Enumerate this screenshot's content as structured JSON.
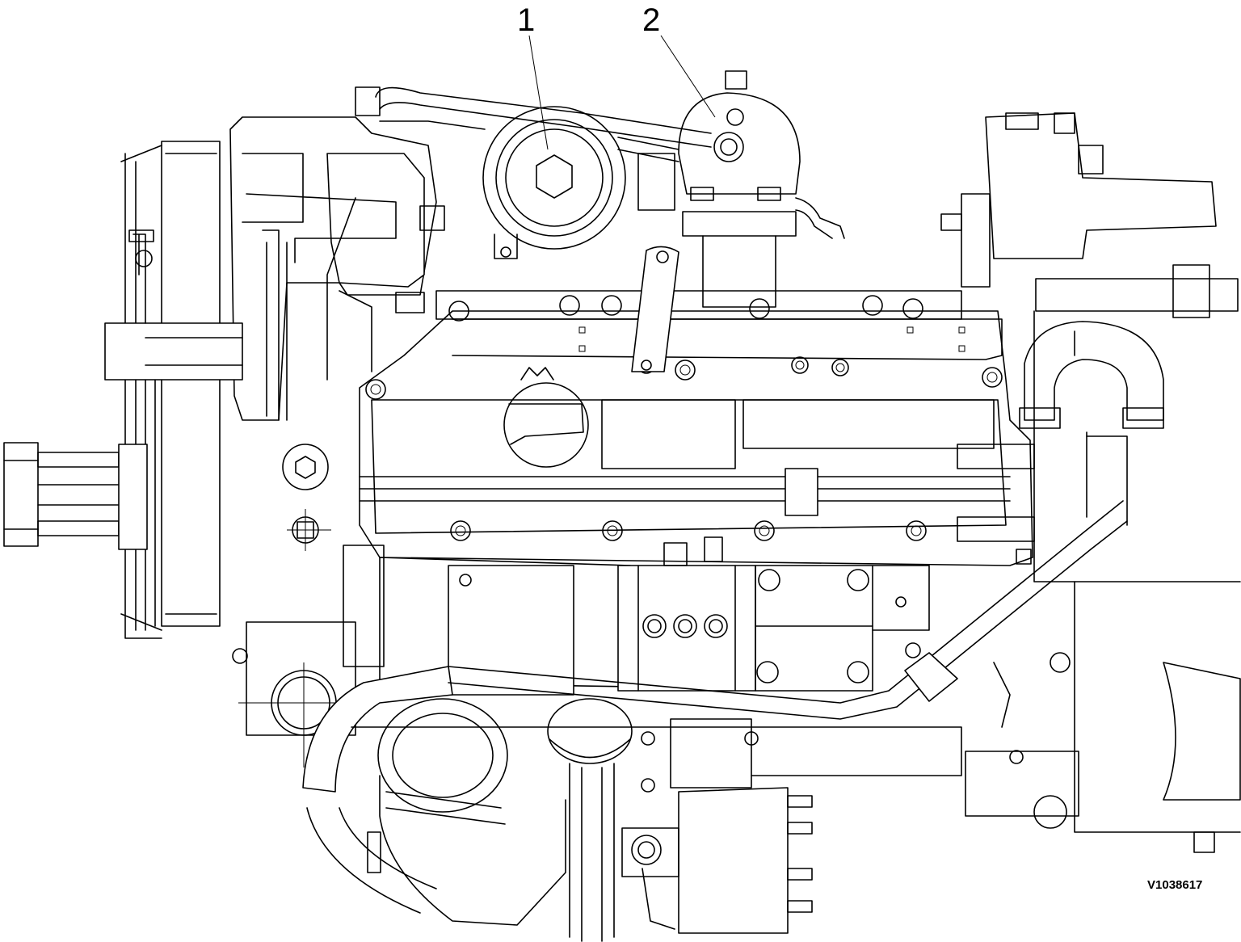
{
  "callouts": [
    {
      "id": "1",
      "label": "1"
    },
    {
      "id": "2",
      "label": "2"
    }
  ],
  "figure_id": "V1038617"
}
